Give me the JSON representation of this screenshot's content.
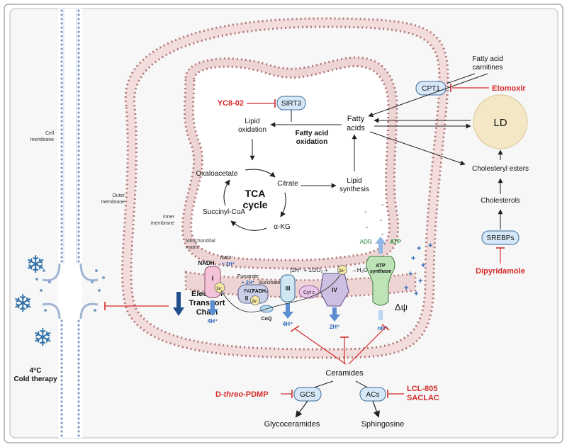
{
  "labels": {
    "cell_membrane": [
      "Cell",
      "membrane"
    ],
    "outer_membrane": [
      "Outer",
      "membrane"
    ],
    "inner_membrane": [
      "Inner",
      "membrane"
    ],
    "mito_matrix": [
      "Mitochondrial",
      "matrix"
    ],
    "cold_therapy": [
      "4°C",
      "Cold therapy"
    ],
    "etc": [
      "Electron",
      "Transport",
      "Chain"
    ],
    "yc802": "YC8-02",
    "sirt3": "SIRT3",
    "lipid_oxidation": [
      "Lipid",
      "oxidation"
    ],
    "fatty_acid_oxidation": [
      "Fatty acid",
      "oxidation"
    ],
    "fatty_acids": [
      "Fatty",
      "acids"
    ],
    "fatty_acid_carnitines": [
      "Fatty acid",
      "carnitines"
    ],
    "cpt1": "CPT1",
    "etomoxir": "Etomoxir",
    "ld": "LD",
    "cholesteryl_esters": "Cholesteryl esters",
    "cholesterols": "Cholesterols",
    "srebps": "SREBPs",
    "dipyridamole": "Dipyridamole",
    "oxaloacetate": "Oxaloacetate",
    "citrate": "Citrate",
    "tca": [
      "TCA",
      "cycle"
    ],
    "succinyl_coa": "Succinyl-CoA",
    "akg": "α-KG",
    "lipid_synthesis": [
      "Lipid",
      "synthesis"
    ],
    "nadh": "NADH",
    "nad": "NAD⁺",
    "plus_2h": "+ 2H⁺",
    "fumarate": "Fumarate",
    "succinate": "Succinate",
    "fad": "FAD",
    "fadh2": "FADH₂",
    "two_e": "2e⁻",
    "coq": "CoQ",
    "cyt_c": "Cyt c",
    "reaction": "[2H⁺ + 1/2O₂ + ",
    "h2o": "→H₂O± 2]",
    "adp": "ADP",
    "atp": "ATP",
    "atp_synthase": [
      "ATP",
      "synthase"
    ],
    "delta_psi": "Δψ",
    "h4_1": "4H⁺",
    "h4_3": "4H⁺",
    "h2_4": "2H⁺",
    "nh": "nH⁺",
    "complex_i": "I",
    "complex_ii": "II",
    "complex_iii": "III",
    "complex_iv": "IV",
    "ceramides": "Ceramides",
    "gcs": "GCS",
    "acs": "ACs",
    "d_threo": [
      "D-",
      "threo",
      "-PDMP"
    ],
    "lcl805": "LCL-805",
    "saclac": "SACLAC",
    "glycoceramides": "Glycoceramides",
    "sphingosine": "Sphingosine"
  },
  "colors": {
    "inhibitor_red": "#d42a2a",
    "membrane_pink": "#e9c3c3",
    "membrane_dot": "#b37777",
    "cell_membrane_blue": "#9fb5d3",
    "box_fill": "#d6e8f7",
    "box_stroke": "#3b6b99",
    "proton_blue": "#2b67b8",
    "atp_green": "#1f8a3a",
    "snow_blue": "#2d6fa8",
    "ld_fill": "#f3e7c6"
  }
}
